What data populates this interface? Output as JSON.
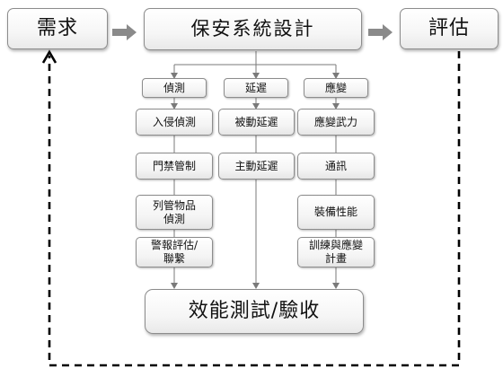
{
  "top": {
    "requirements": "需求",
    "design": "保安系統設計",
    "evaluation": "評估"
  },
  "branches": {
    "detection": {
      "header": "偵測",
      "items": [
        "入侵偵測",
        "門禁管制",
        "列管物品\n偵測",
        "警報評估/\n聯繫"
      ]
    },
    "delay": {
      "header": "延遲",
      "items": [
        "被動延遲",
        "主動延遲"
      ]
    },
    "response": {
      "header": "應變",
      "items": [
        "應變武力",
        "通訊",
        "裝備性能",
        "訓練與應變\n計畫"
      ]
    }
  },
  "final": "效能測試/驗收",
  "colors": {
    "border": "#8c8c8c",
    "arrow_fill": "#8a8a8a",
    "line": "#7a7a7a",
    "dashed": "#000000",
    "text": "#111111"
  }
}
